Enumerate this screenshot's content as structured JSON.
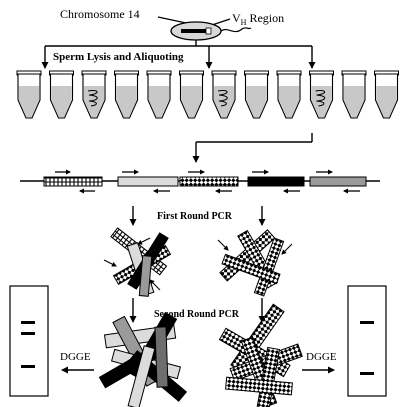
{
  "labels": {
    "chromosome": "Chromosome 14",
    "vh_prefix": "V",
    "vh_subscript": "H",
    "vh_suffix": " Region",
    "lysis": "Sperm Lysis and Aliquoting",
    "first_pcr": "First Round PCR",
    "second_pcr": "Second Round PCR",
    "dgge_left": "DGGE",
    "dgge_right": "DGGE"
  },
  "tubes": {
    "count": 12,
    "with_sperm": [
      3,
      7,
      10
    ]
  },
  "segments": [
    {
      "pattern": "cross-hatch"
    },
    {
      "pattern": "light-gray"
    },
    {
      "pattern": "checker"
    },
    {
      "pattern": "black"
    },
    {
      "pattern": "gray"
    }
  ],
  "gels": {
    "left": {
      "bands": 3
    },
    "right": {
      "bands": 2
    }
  },
  "colors": {
    "black": "#000000",
    "light_gray": "#dcdcdc",
    "mid_gray": "#9a9a9a",
    "dark_gray": "#6e6e6e"
  }
}
